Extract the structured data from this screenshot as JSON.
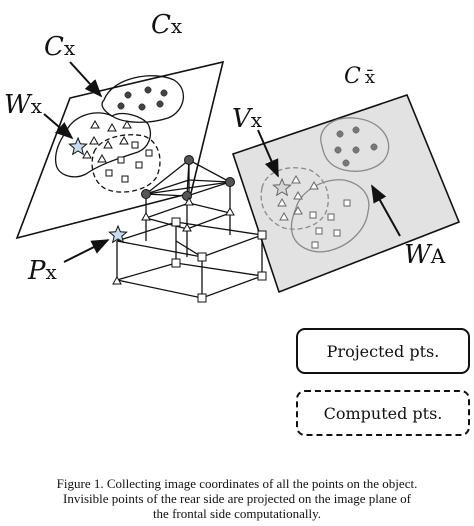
{
  "labels": {
    "cx_top": {
      "main": "C",
      "sub": "x"
    },
    "cx_left": {
      "main": "C",
      "sub": "x"
    },
    "wx": {
      "main": "W",
      "sub": "x"
    },
    "px": {
      "main": "P",
      "sub": "x"
    },
    "vx": {
      "main": "V",
      "sub": "x"
    },
    "cxbar": {
      "main": "C",
      "sub": "x̄"
    },
    "wa": {
      "main": "W",
      "sub": "A"
    }
  },
  "legend": {
    "projected": "Projected pts.",
    "computed": "Computed pts."
  },
  "caption": {
    "line1": "Figure 1. Collecting image coordinates of all the points on the object.",
    "line2": "Invisible points of the rear side are projected on the image plane of",
    "line3": "the frontal side computationally."
  },
  "colors": {
    "right_plane_fill": "#e2e2e2",
    "left_plane_fill": "#ffffff",
    "star_fill": "#c9dcef",
    "star_fill_gray": "#d6d6d6",
    "dark_point": "#555555",
    "line": "#111111",
    "gray_line": "#8a8a8a"
  },
  "icons": {
    "star": "star-icon",
    "triangle": "triangle-marker",
    "square": "square-marker",
    "circle": "circle-marker"
  }
}
